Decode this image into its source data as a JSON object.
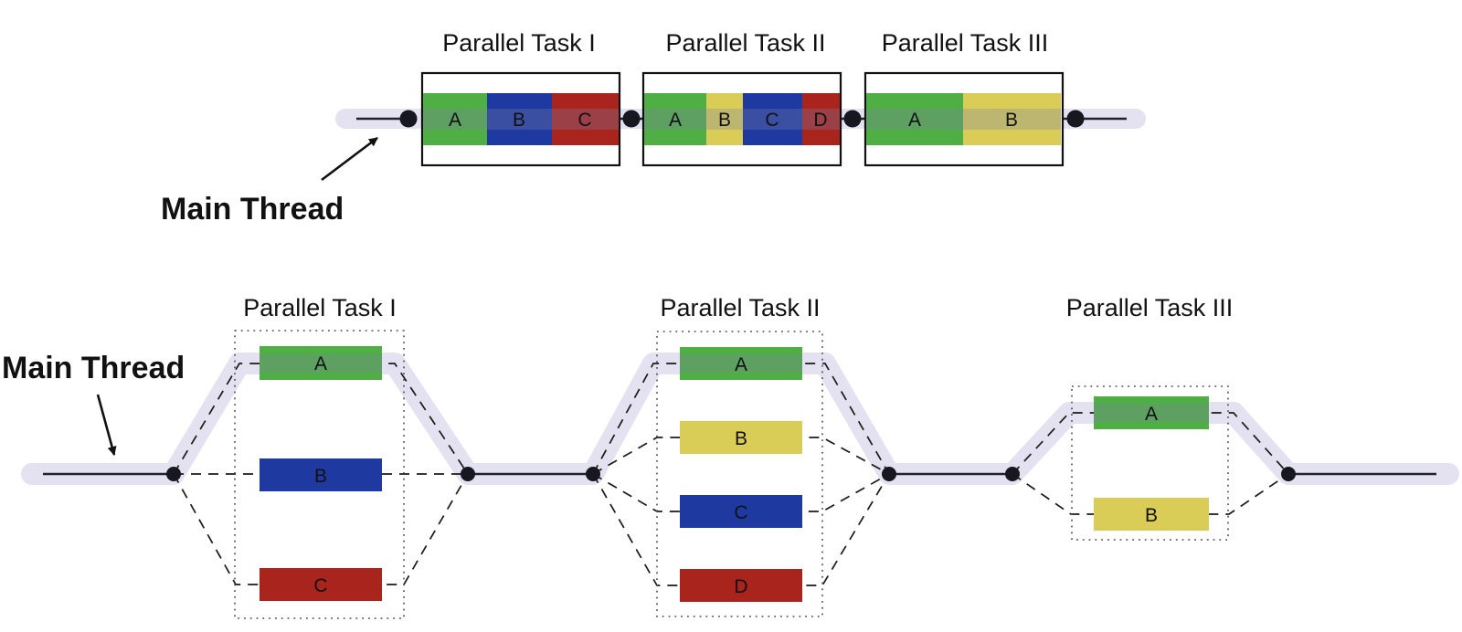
{
  "colors": {
    "green": "#4fae44",
    "blue": "#1e3aa0",
    "red": "#a9241d",
    "yellow": "#d9cd58",
    "thread_band": "#e4e2f0",
    "thread_overlay": "rgba(126,130,168,0.3)",
    "line": "#20202e",
    "dot": "#17171f",
    "text": "#111111"
  },
  "top_diagram": {
    "main_thread_label": "Main Thread",
    "tasks": [
      {
        "title": "Parallel Task I",
        "segments": [
          {
            "label": "A",
            "color": "#4fae44"
          },
          {
            "label": "B",
            "color": "#1e3aa0"
          },
          {
            "label": "C",
            "color": "#a9241d"
          }
        ]
      },
      {
        "title": "Parallel Task II",
        "segments": [
          {
            "label": "A",
            "color": "#4fae44"
          },
          {
            "label": "B",
            "color": "#d9cd58"
          },
          {
            "label": "C",
            "color": "#1e3aa0"
          },
          {
            "label": "D",
            "color": "#a9241d"
          }
        ]
      },
      {
        "title": "Parallel Task III",
        "segments": [
          {
            "label": "A",
            "color": "#4fae44"
          },
          {
            "label": "B",
            "color": "#d9cd58"
          }
        ]
      }
    ]
  },
  "bottom_diagram": {
    "main_thread_label": "Main Thread",
    "tasks": [
      {
        "title": "Parallel Task I",
        "bars": [
          {
            "label": "A",
            "color": "#4fae44"
          },
          {
            "label": "B",
            "color": "#1e3aa0"
          },
          {
            "label": "C",
            "color": "#a9241d"
          }
        ]
      },
      {
        "title": "Parallel Task II",
        "bars": [
          {
            "label": "A",
            "color": "#4fae44"
          },
          {
            "label": "B",
            "color": "#d9cd58"
          },
          {
            "label": "C",
            "color": "#1e3aa0"
          },
          {
            "label": "D",
            "color": "#a9241d"
          }
        ]
      },
      {
        "title": "Parallel Task III",
        "bars": [
          {
            "label": "A",
            "color": "#4fae44"
          },
          {
            "label": "B",
            "color": "#d9cd58"
          }
        ]
      }
    ]
  }
}
